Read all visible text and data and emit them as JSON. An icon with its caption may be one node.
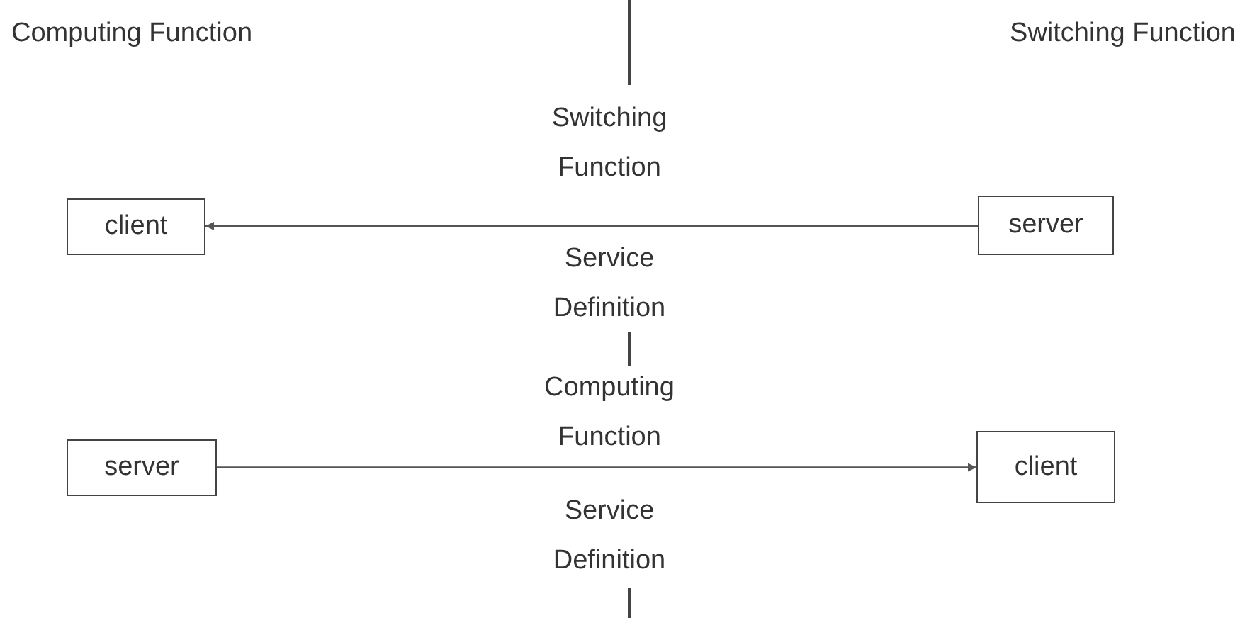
{
  "diagram": {
    "nodes": [
      {
        "text": [
          "client"
        ]
      },
      {
        "text": [
          "server"
        ]
      },
      {
        "text": [
          "server"
        ]
      },
      {
        "text": [
          "client"
        ]
      }
    ],
    "edges": [
      {
        "from": 1,
        "to": 0,
        "arrow": "to"
      },
      {
        "from": 2,
        "to": 3,
        "arrow": "to"
      }
    ],
    "labels": [
      "Computing Function",
      "Switching Function",
      "Switching Function",
      "Service Definition",
      "Computing Function",
      "Service Definition"
    ]
  }
}
